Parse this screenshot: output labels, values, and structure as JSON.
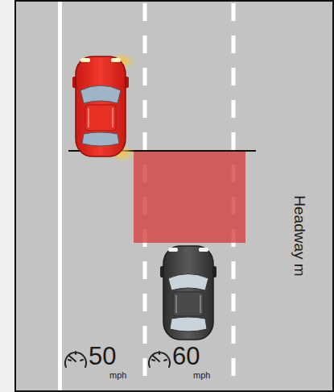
{
  "diagram": {
    "labels": [
      "Headway m",
      "50",
      "mph",
      "60",
      "mph"
    ]
  }
}
